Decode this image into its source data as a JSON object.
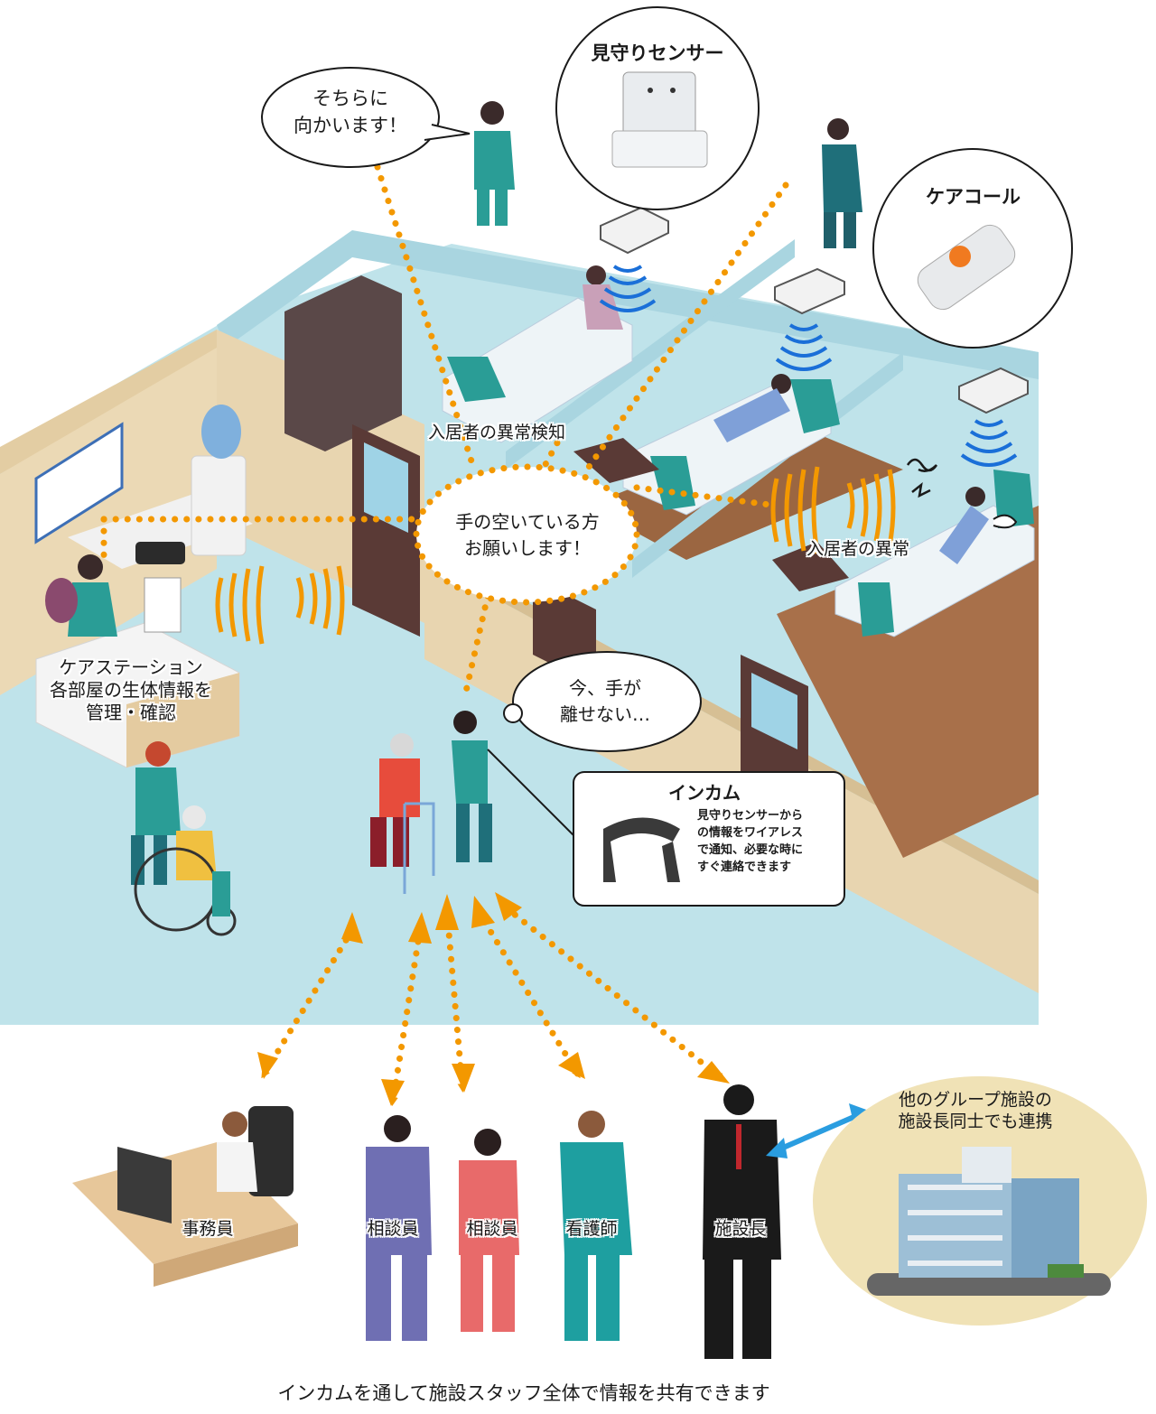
{
  "callouts": {
    "nurse_reply": "そちらに\n向かいます！",
    "sensor_title": "見守りセンサー",
    "care_call_title": "ケアコール",
    "anomaly_detect": "入居者の異常検知",
    "anomaly": "入居者の異常",
    "request": "手の空いている方\nお願いします！",
    "busy": "今、手が\n離せない…",
    "care_station": "ケアステーション\n各部屋の生体情報を\n管理・確認"
  },
  "intercom": {
    "title": "インカム",
    "description": "見守りセンサーから\nの情報をワイアレス\nで通知、必要な時に\nすぐ連絡できます"
  },
  "staff": [
    {
      "role": "事務員"
    },
    {
      "role": "相談員"
    },
    {
      "role": "相談員"
    },
    {
      "role": "看護師"
    },
    {
      "role": "施設長"
    }
  ],
  "group_facility": "他のグループ施設の\n施設長同士でも連携",
  "footer": "インカムを通して施設スタッフ全体で情報を共有できます",
  "colors": {
    "floor": "#bfe3ea",
    "wall_beige": "#e8d5b0",
    "wall_blue": "#a9d5e0",
    "dots_orange": "#f39800",
    "wave_blue": "#1a6fd8",
    "wave_orange": "#f39800",
    "teal": "#2a9d96",
    "facility_bg": "#f0e2b6",
    "link_blue": "#2a9de0"
  }
}
